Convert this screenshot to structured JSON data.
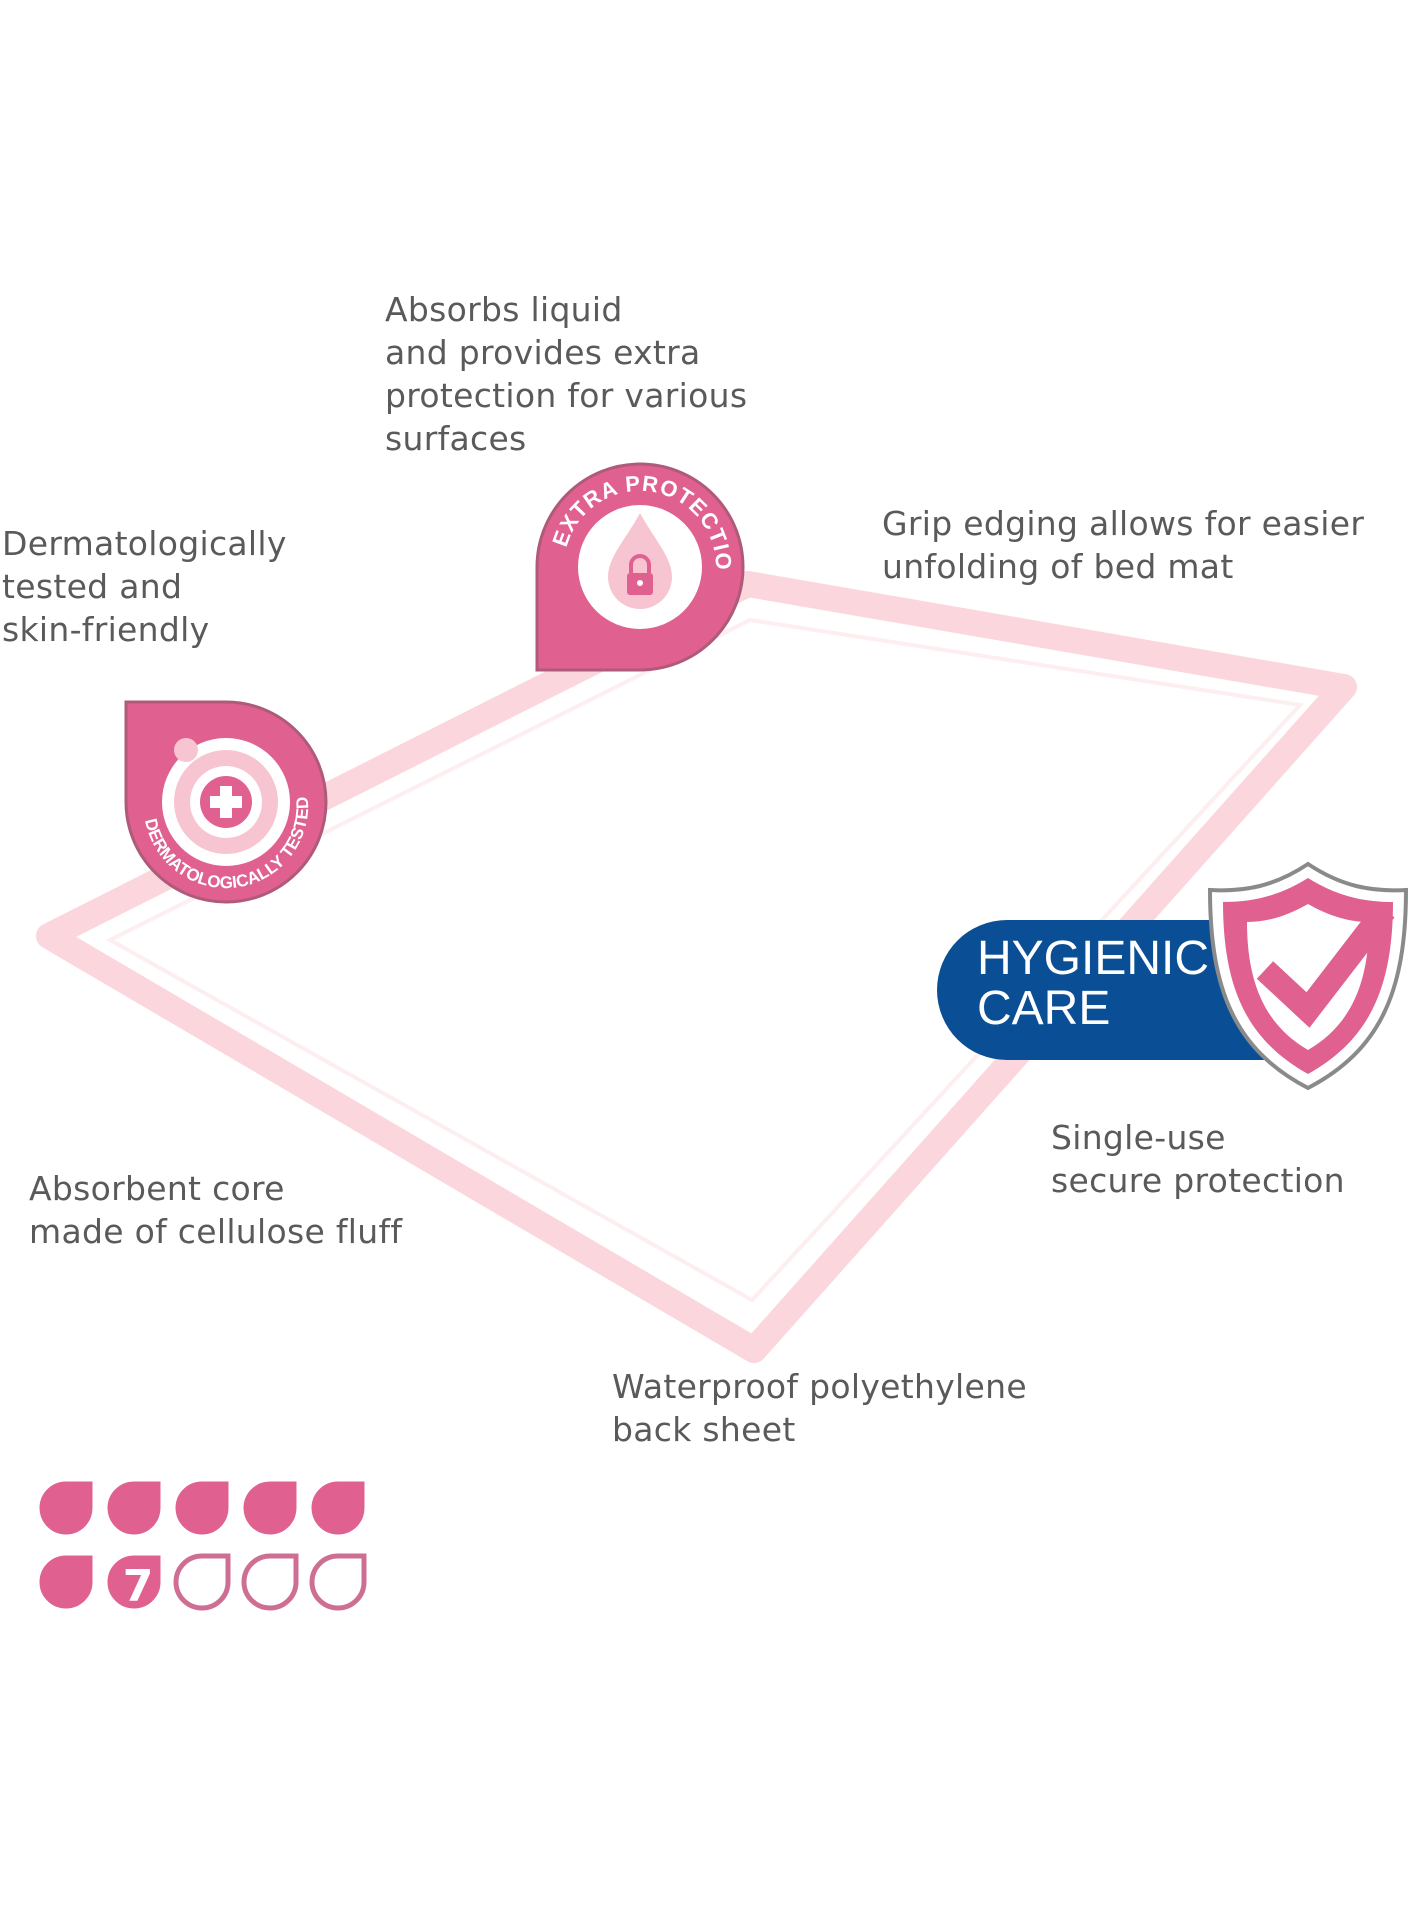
{
  "features": {
    "absorbs": "Absorbs liquid\nand provides extra\nprotection for various\nsurfaces",
    "grip": "Grip edging allows for easier\nunfolding of bed mat",
    "derm": "Dermatologically\ntested and\nskin-friendly",
    "core": "Absorbent core\nmade of cellulose fluff",
    "single": "Single-use\nsecure protection",
    "waterproof": "Waterproof polyethylene\nback sheet"
  },
  "badges": {
    "extra_protection": "EXTRA PROTECTION",
    "derm_tested": "DERMATOLOGICALLY TESTED",
    "hygienic_line1": "HYGIENIC",
    "hygienic_line2": "CARE"
  },
  "absorbency": {
    "level": 7,
    "max": 10,
    "label": "7"
  },
  "colors": {
    "pink": "#e06090",
    "blue": "#0a4f96",
    "text": "#5a5a5a",
    "mat_edge": "#fbd3da"
  }
}
